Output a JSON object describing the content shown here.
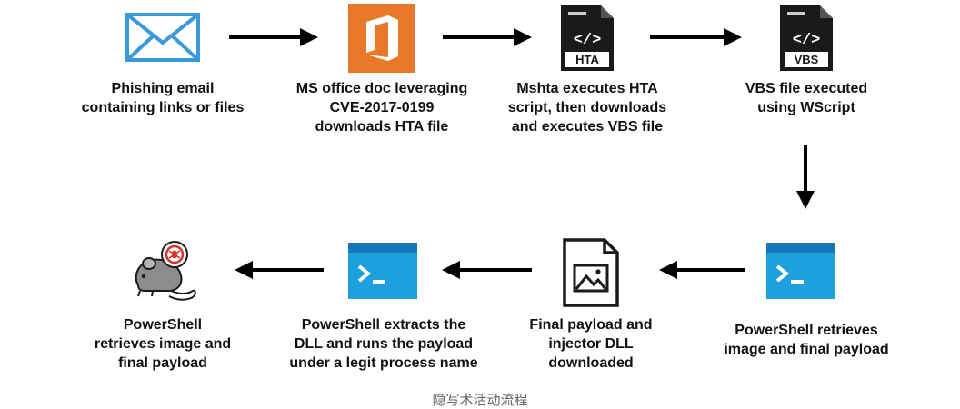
{
  "steps": [
    {
      "id": "s1",
      "icon": "envelope-icon",
      "label": "Phishing email\ncontaining links or files"
    },
    {
      "id": "s2",
      "icon": "ms-office-icon",
      "label": "MS office doc leveraging\nCVE-2017-0199\ndownloads HTA file"
    },
    {
      "id": "s3",
      "icon": "hta-file-icon",
      "icon_text": "HTA",
      "label": "Mshta executes HTA\nscript, then downloads\nand executes VBS file"
    },
    {
      "id": "s4",
      "icon": "vbs-file-icon",
      "icon_text": "VBS",
      "label": "VBS file executed\nusing WScript"
    },
    {
      "id": "s5",
      "icon": "powershell-terminal-icon",
      "label": "PowerShell retrieves\nimage and final payload"
    },
    {
      "id": "s6",
      "icon": "image-file-icon",
      "label": "Final payload and\ninjector DLL\ndownloaded"
    },
    {
      "id": "s7",
      "icon": "powershell-terminal-icon",
      "label": "PowerShell extracts the\nDLL and runs the payload\nunder a legit process name"
    },
    {
      "id": "s8",
      "icon": "infected-mouse-icon",
      "label": "PowerShell\nretrieves image and\nfinal payload"
    }
  ],
  "caption": "隐写术活动流程",
  "colors": {
    "envelope": "#3a9ad9",
    "office": "#e8792b",
    "terminal_body": "#1ea0dc",
    "terminal_bar": "#1677b8",
    "dark": "#1a1a1a",
    "mouse": "#8c8c8c",
    "virus": "#d9342b"
  }
}
